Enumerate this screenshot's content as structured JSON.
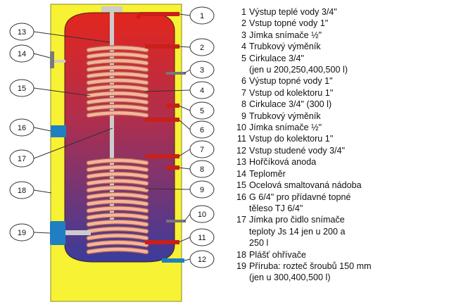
{
  "colors": {
    "jacket": "#f7f233",
    "tank_top": "#e3261d",
    "tank_bottom": "#3a3c9c",
    "coil": "#f4b59c",
    "coil_shadow": "#b5624c",
    "pipe": "#c8201a",
    "rod": "#cccccc",
    "port": "#1f7fc2",
    "bubble": "#ffffff",
    "bubble_stroke": "#333333",
    "leader": "#333333"
  },
  "callouts": [
    {
      "num": "1"
    },
    {
      "num": "2"
    },
    {
      "num": "3"
    },
    {
      "num": "4"
    },
    {
      "num": "5"
    },
    {
      "num": "6"
    },
    {
      "num": "7"
    },
    {
      "num": "8"
    },
    {
      "num": "9"
    },
    {
      "num": "10"
    },
    {
      "num": "11"
    },
    {
      "num": "12"
    },
    {
      "num": "13"
    },
    {
      "num": "14"
    },
    {
      "num": "15"
    },
    {
      "num": "16"
    },
    {
      "num": "17"
    },
    {
      "num": "18"
    },
    {
      "num": "19"
    }
  ],
  "legend": [
    {
      "num": "1",
      "lines": [
        "Výstup teplé vody 3/4\""
      ]
    },
    {
      "num": "2",
      "lines": [
        "Vstup topné vody 1\""
      ]
    },
    {
      "num": "3",
      "lines": [
        "Jímka snímače ½\""
      ]
    },
    {
      "num": "4",
      "lines": [
        "Trubkový výměník"
      ]
    },
    {
      "num": "5",
      "lines": [
        "Cirkulace 3/4\"",
        "(jen u 200,250,400,500 l)"
      ]
    },
    {
      "num": "6",
      "lines": [
        " Výstup topné vody 1\""
      ]
    },
    {
      "num": "7",
      "lines": [
        " Vstup od kolektoru 1\""
      ]
    },
    {
      "num": "8",
      "lines": [
        "Cirkulace 3/4\" (300 l)"
      ]
    },
    {
      "num": "9",
      "lines": [
        "Trubkový výměník"
      ]
    },
    {
      "num": "10",
      "lines": [
        "Jímka snímače ½\""
      ]
    },
    {
      "num": "11",
      "lines": [
        "Vstup do kolektoru 1\""
      ]
    },
    {
      "num": "12",
      "lines": [
        "Vstup studené vody 3/4\""
      ]
    },
    {
      "num": "13",
      "lines": [
        "Hořčíková anoda"
      ]
    },
    {
      "num": "14",
      "lines": [
        "Teploměr"
      ]
    },
    {
      "num": "15",
      "lines": [
        "Ocelová smaltovaná nádoba"
      ]
    },
    {
      "num": "16",
      "lines": [
        "G 6/4\" pro přídavné topné",
        "těleso TJ 6/4\""
      ]
    },
    {
      "num": "17",
      "lines": [
        "Jímka pro čidlo snímače",
        "teploty Js 14 jen u 200 a",
        "250 l"
      ]
    },
    {
      "num": "18",
      "lines": [
        "Plášť ohřívače"
      ]
    },
    {
      "num": "19",
      "lines": [
        "Příruba: rozteč šroubů 150 mm",
        "(jen u 300,400,500 l)"
      ]
    }
  ]
}
